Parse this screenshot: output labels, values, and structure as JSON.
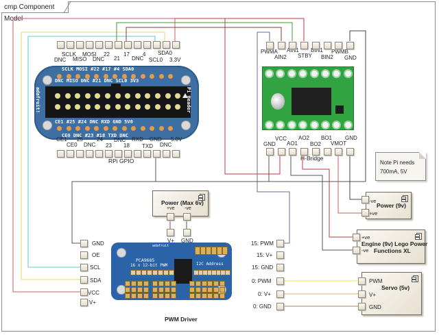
{
  "frame": {
    "title": "cmp Component Model"
  },
  "rpi": {
    "label": "RPi GPIO",
    "top_labels_row1": [
      "SCLK",
      "MOSI",
      "22",
      "17",
      "4",
      "SDA0"
    ],
    "top_labels_row2": [
      "DNC",
      "MISO",
      "DNC",
      "21",
      "DNC",
      "SCL0",
      "3.3V"
    ],
    "bottom_labels_row1": [
      "CE1",
      "25",
      "24",
      "DNC",
      "RXD",
      "GND",
      "5.0V"
    ],
    "bottom_labels_row2": [
      "CE0",
      "DNC",
      "23",
      "18",
      "TXD",
      "DNC"
    ],
    "board": {
      "silk_top1": "SCLK MOSI #22 #17 #4 SDA0",
      "silk_top2": "DNC MISO DNC #21 DNC SCL0 3V3",
      "silk_bot1": "CE1 #25 #24 DNC RXD GND 5V0",
      "silk_bot2": "CE0 DNC #23 #18 TXD DNC",
      "brand": "adafruit!",
      "side": "Pi Header"
    }
  },
  "hbridge": {
    "label": "H-Bridge",
    "top_pins": [
      "PWMA",
      "AIN2",
      "AIN1",
      "STBY",
      "BIN1",
      "BIN2",
      "PWMB",
      "GND"
    ],
    "bottom_pins": [
      "GND",
      "VCC",
      "AO1",
      "AO2",
      "BO2",
      "BO1",
      "VMOT",
      "GND"
    ]
  },
  "power6": {
    "title": "Power (Max 6v)",
    "ports": [
      "+ve",
      "-ve"
    ],
    "outputs": [
      "V+",
      "GND"
    ]
  },
  "note": {
    "line1": "Note Pi needs",
    "line2": "700mA, 5V"
  },
  "power9": {
    "title": "Power (9v)",
    "ports": [
      "-ve",
      "+ve"
    ]
  },
  "engine": {
    "title1": "Engine (9v) Lego Power",
    "title2": "Functions XL",
    "ports": [
      "+ve",
      "-ve"
    ]
  },
  "servo": {
    "title": "Servo (5v)",
    "ports": [
      "PWM",
      "V+",
      "GND"
    ]
  },
  "pwm": {
    "label": "PWM Driver",
    "left_pins": [
      "GND",
      "OE",
      "SCL",
      "SDA",
      "VCC",
      "V+"
    ],
    "right_pins": [
      "15: PWM",
      "15: V+",
      "15: GND",
      "0: PWM",
      "0: V+",
      "0: GND"
    ],
    "board": {
      "chip": "PCA9685",
      "desc": "16 x 12-bit PWM",
      "addr": "I2C Address",
      "brand": "adafruit"
    }
  },
  "wire_colors": {
    "power_red": "#c9484e",
    "i2c_sda_yellow": "#e0dc60",
    "i2c_scl_cyan": "#5cc8c8",
    "green": "#3c9a3c",
    "darkred": "#8a3a3a",
    "ground_grey": "#555555",
    "pwm_purple": "#6a6a9a",
    "servo_pwm": "#f0e83a",
    "servo_vplus": "#e8a868",
    "servo_gnd": "#a08070"
  }
}
